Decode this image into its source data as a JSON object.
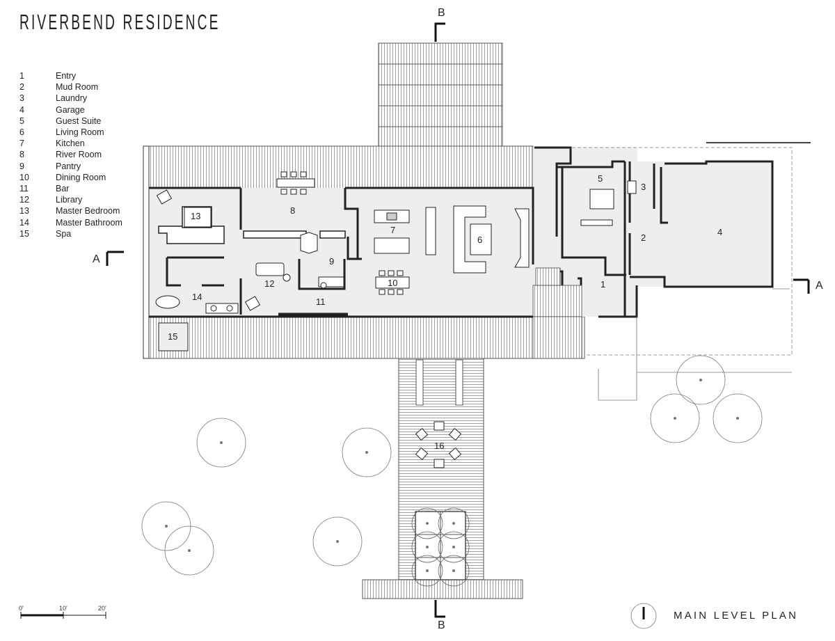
{
  "title": "RIVERBEND RESIDENCE",
  "legend": [
    {
      "num": "1",
      "name": "Entry"
    },
    {
      "num": "2",
      "name": "Mud Room"
    },
    {
      "num": "3",
      "name": "Laundry"
    },
    {
      "num": "4",
      "name": "Garage"
    },
    {
      "num": "5",
      "name": "Guest Suite"
    },
    {
      "num": "6",
      "name": "Living Room"
    },
    {
      "num": "7",
      "name": "Kitchen"
    },
    {
      "num": "8",
      "name": "River Room"
    },
    {
      "num": "9",
      "name": "Pantry"
    },
    {
      "num": "10",
      "name": "Dining Room"
    },
    {
      "num": "11",
      "name": "Bar"
    },
    {
      "num": "12",
      "name": "Library"
    },
    {
      "num": "13",
      "name": "Master Bedroom"
    },
    {
      "num": "14",
      "name": "Master Bathroom"
    },
    {
      "num": "15",
      "name": "Spa"
    }
  ],
  "room_numbers": [
    "1",
    "2",
    "3",
    "4",
    "5",
    "6",
    "7",
    "8",
    "9",
    "10",
    "11",
    "12",
    "13",
    "14",
    "15",
    "16"
  ],
  "section_marks": {
    "a": "A",
    "b": "B"
  },
  "scale": {
    "labels": [
      "0'",
      "10'",
      "20'"
    ]
  },
  "plan_title": "MAIN LEVEL PLAN",
  "colors": {
    "line": "#333333",
    "fill": "#eeeeee",
    "deck": "#999999"
  }
}
